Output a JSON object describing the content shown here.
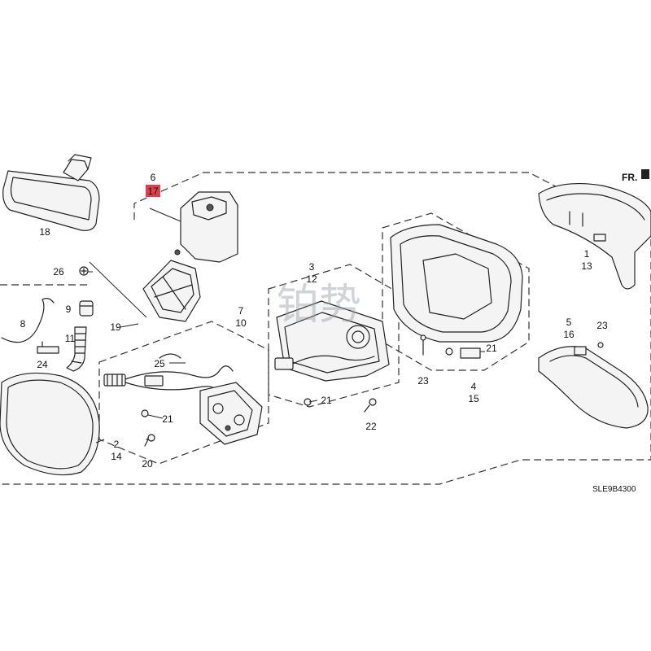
{
  "diagram": {
    "direction_marker": "FR.",
    "diagram_code": "SLE9B4300",
    "watermark": "铂势",
    "highlight_color": "#e0404a",
    "callouts": {
      "c1": "1",
      "c13": "13",
      "c2": "2",
      "c14": "14",
      "c3": "3",
      "c12": "12",
      "c4": "4",
      "c15": "15",
      "c5": "5",
      "c16": "16",
      "c6": "6",
      "c17": "17",
      "c7": "7",
      "c10": "10",
      "c8": "8",
      "c9": "9",
      "c11": "11",
      "c18": "18",
      "c19": "19",
      "c20": "20",
      "c21a": "21",
      "c21b": "21",
      "c21c": "21",
      "c22": "22",
      "c23a": "23",
      "c23b": "23",
      "c24": "24",
      "c25": "25",
      "c26": "26"
    }
  }
}
